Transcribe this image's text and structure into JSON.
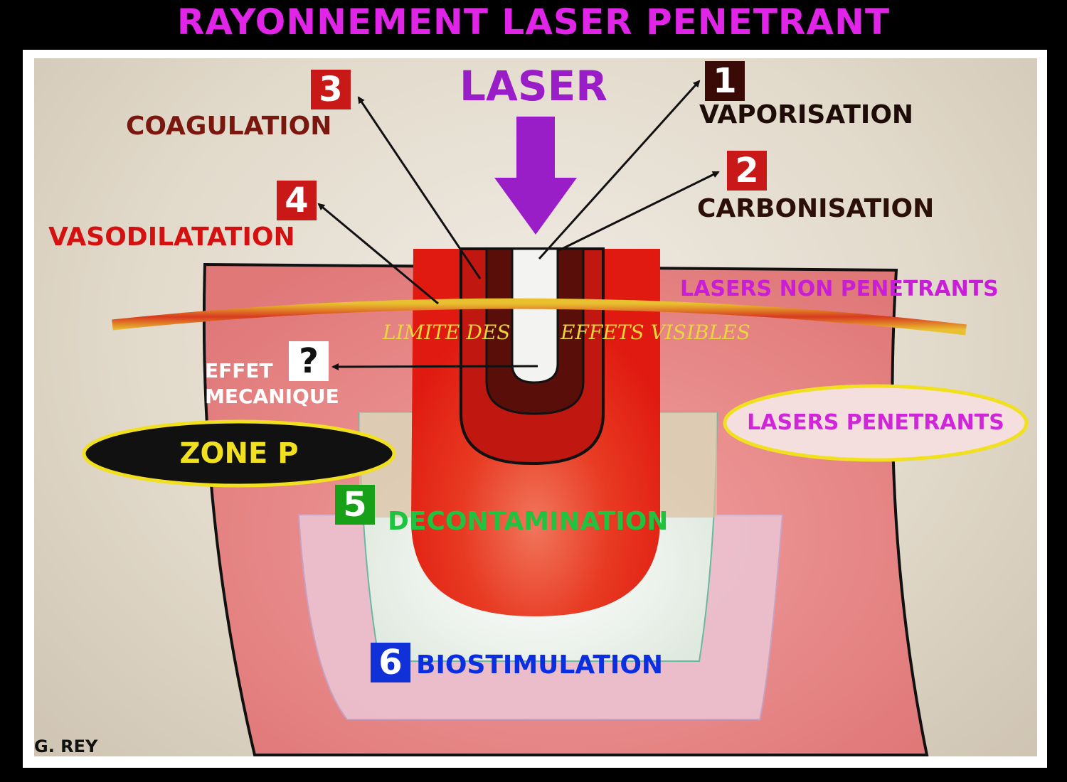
{
  "title": "RAYONNEMENT LASER PENETRANT",
  "laser": "LASER",
  "effects": {
    "vaporisation": {
      "num": "1",
      "label": "VAPORISATION",
      "color": "#1e0c08"
    },
    "carbonisation": {
      "num": "2",
      "label": "CARBONISATION",
      "color": "#2b0f08"
    },
    "coagulation": {
      "num": "3",
      "label": "COAGULATION",
      "color": "#7a1810"
    },
    "vasodilatation": {
      "num": "4",
      "label": "VASODILATATION",
      "color": "#d41010"
    },
    "decontamination": {
      "num": "5",
      "label": "DECONTAMINATION",
      "color": "#1ec440"
    },
    "biostimulation": {
      "num": "6",
      "label": "BIOSTIMULATION",
      "color": "#0a2ee0"
    }
  },
  "lasers_non_penetrants": "LASERS NON PENETRANTS",
  "lasers_penetrants": "LASERS PENETRANTS",
  "limite_left": "LIMITE  DES",
  "limite_right": "EFFETS  VISIBLES",
  "effet_mecanique": {
    "line1": "EFFET",
    "line2": "MECANIQUE",
    "num": "?"
  },
  "zone_p": "ZONE  P",
  "author": "G. REY",
  "colors": {
    "title": "#e025e8",
    "laser_arrow": "#9a1ec8",
    "num_red": "#c81818",
    "num_dark": "#3a0a06",
    "num_green": "#18a018",
    "num_blue": "#1030d8"
  }
}
